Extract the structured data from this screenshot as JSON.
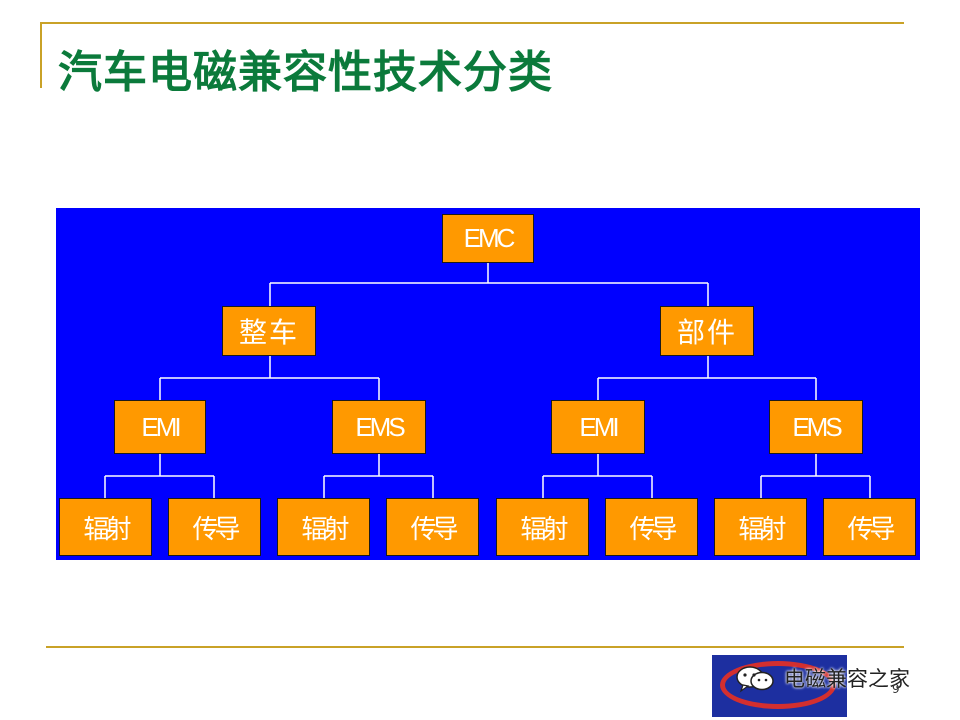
{
  "slide": {
    "title": "汽车电磁兼容性技术分类",
    "page_number": "9"
  },
  "tree": {
    "root": "EMC",
    "level1": [
      "整车",
      "部件"
    ],
    "level2": [
      "EMI",
      "EMS",
      "EMI",
      "EMS"
    ],
    "level3": [
      "辐射",
      "传导",
      "辐射",
      "传导",
      "辐射",
      "传导",
      "辐射",
      "传导"
    ]
  },
  "watermark": {
    "text": "电磁兼容之家",
    "icon": "wechat-icon"
  },
  "colors": {
    "title": "#0b7a3b",
    "rules": "#c9a227",
    "diagram_bg": "#0000ff",
    "box_fill": "#ff9900",
    "connectors": "#ffffff"
  }
}
